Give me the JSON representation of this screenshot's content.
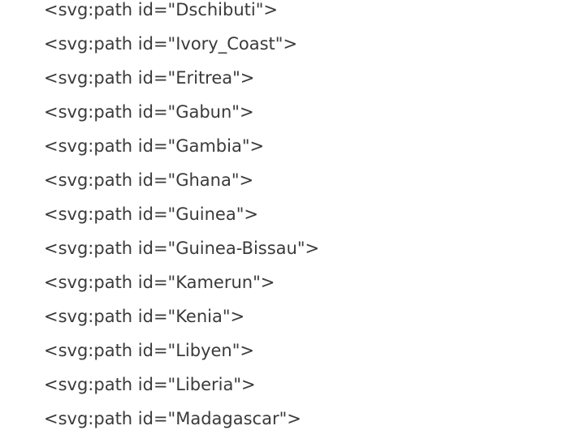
{
  "lines": [
    "<svg:path id=\"Dschibuti\">",
    "<svg:path id=\"Ivory_Coast\">",
    "<svg:path id=\"Eritrea\">",
    "<svg:path id=\"Gabun\">",
    "<svg:path id=\"Gambia\">",
    "<svg:path id=\"Ghana\">",
    "<svg:path id=\"Guinea\">",
    "<svg:path id=\"Guinea-Bissau\">",
    "<svg:path id=\"Kamerun\">",
    "<svg:path id=\"Kenia\">",
    "<svg:path id=\"Libyen\">",
    "<svg:path id=\"Liberia\">",
    "<svg:path id=\"Madagascar\">"
  ],
  "colors": {
    "background": "#ffffff",
    "text": "#3a3a3a"
  }
}
